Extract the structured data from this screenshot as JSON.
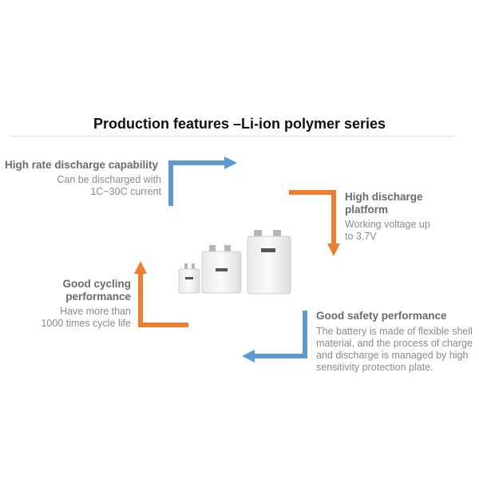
{
  "title": "Production features –Li-ion polymer series",
  "colors": {
    "blue": "#5b9bd5",
    "orange": "#ed7d31"
  },
  "features": {
    "high_rate": {
      "heading": "High rate discharge capability",
      "lines": [
        "Can be discharged with",
        "1C~30C current"
      ]
    },
    "high_platform": {
      "heading_lines": [
        "High discharge",
        "platform"
      ],
      "lines": [
        "Working voltage up",
        "to 3.7V"
      ]
    },
    "cycling": {
      "heading_lines": [
        "Good cycling",
        "performance"
      ],
      "lines": [
        "Have more than",
        "1000 times cycle life"
      ]
    },
    "safety": {
      "heading": "Good safety performance",
      "lines": [
        "The battery is made of flexible shell",
        "material, and the process of charge",
        "and discharge is managed by high",
        "sensitivity protection plate."
      ]
    }
  }
}
